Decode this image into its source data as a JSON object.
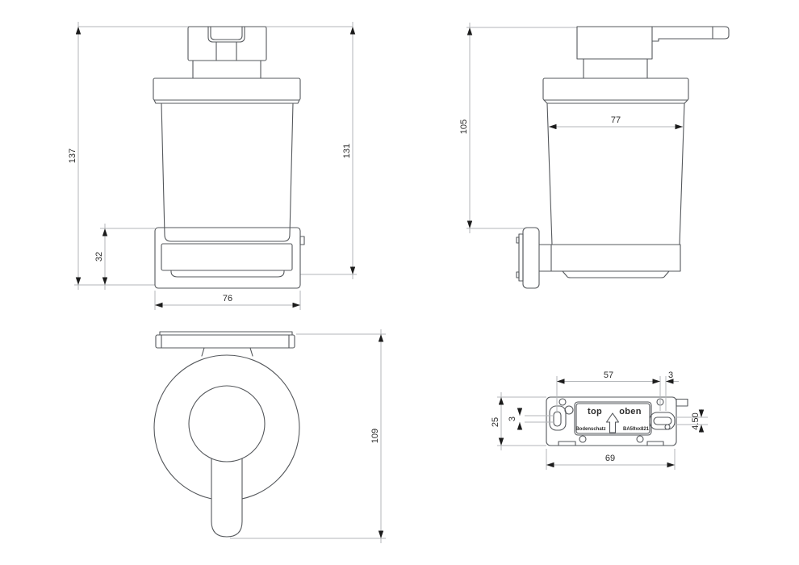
{
  "drawing": {
    "type": "technical-drawing",
    "subject": "wall-mounted soap dispenser, four orthographic views",
    "colors": {
      "background": "#ffffff",
      "object_line": "#55585c",
      "dimension_line": "#b3b6b9",
      "arrow": "#1c1c1c",
      "text": "#2d2d2d"
    },
    "front_view": {
      "dim_total_height": "137",
      "dim_body_height": "131",
      "dim_bracket_height": "32",
      "dim_width": "76"
    },
    "side_view": {
      "dim_height": "105",
      "dim_inner_depth": "77"
    },
    "top_view": {
      "dim_depth": "109"
    },
    "plate_view": {
      "dim_slot_spacing": "57",
      "dim_slot_offset": "3",
      "dim_plate_height": "25",
      "dim_slot_width": "3",
      "dim_slot_height": "4.50",
      "dim_plate_width": "69",
      "label_top": "top",
      "label_oben": "oben",
      "label_brand": "Bodenschatz",
      "label_model": "BA59xx821"
    }
  }
}
